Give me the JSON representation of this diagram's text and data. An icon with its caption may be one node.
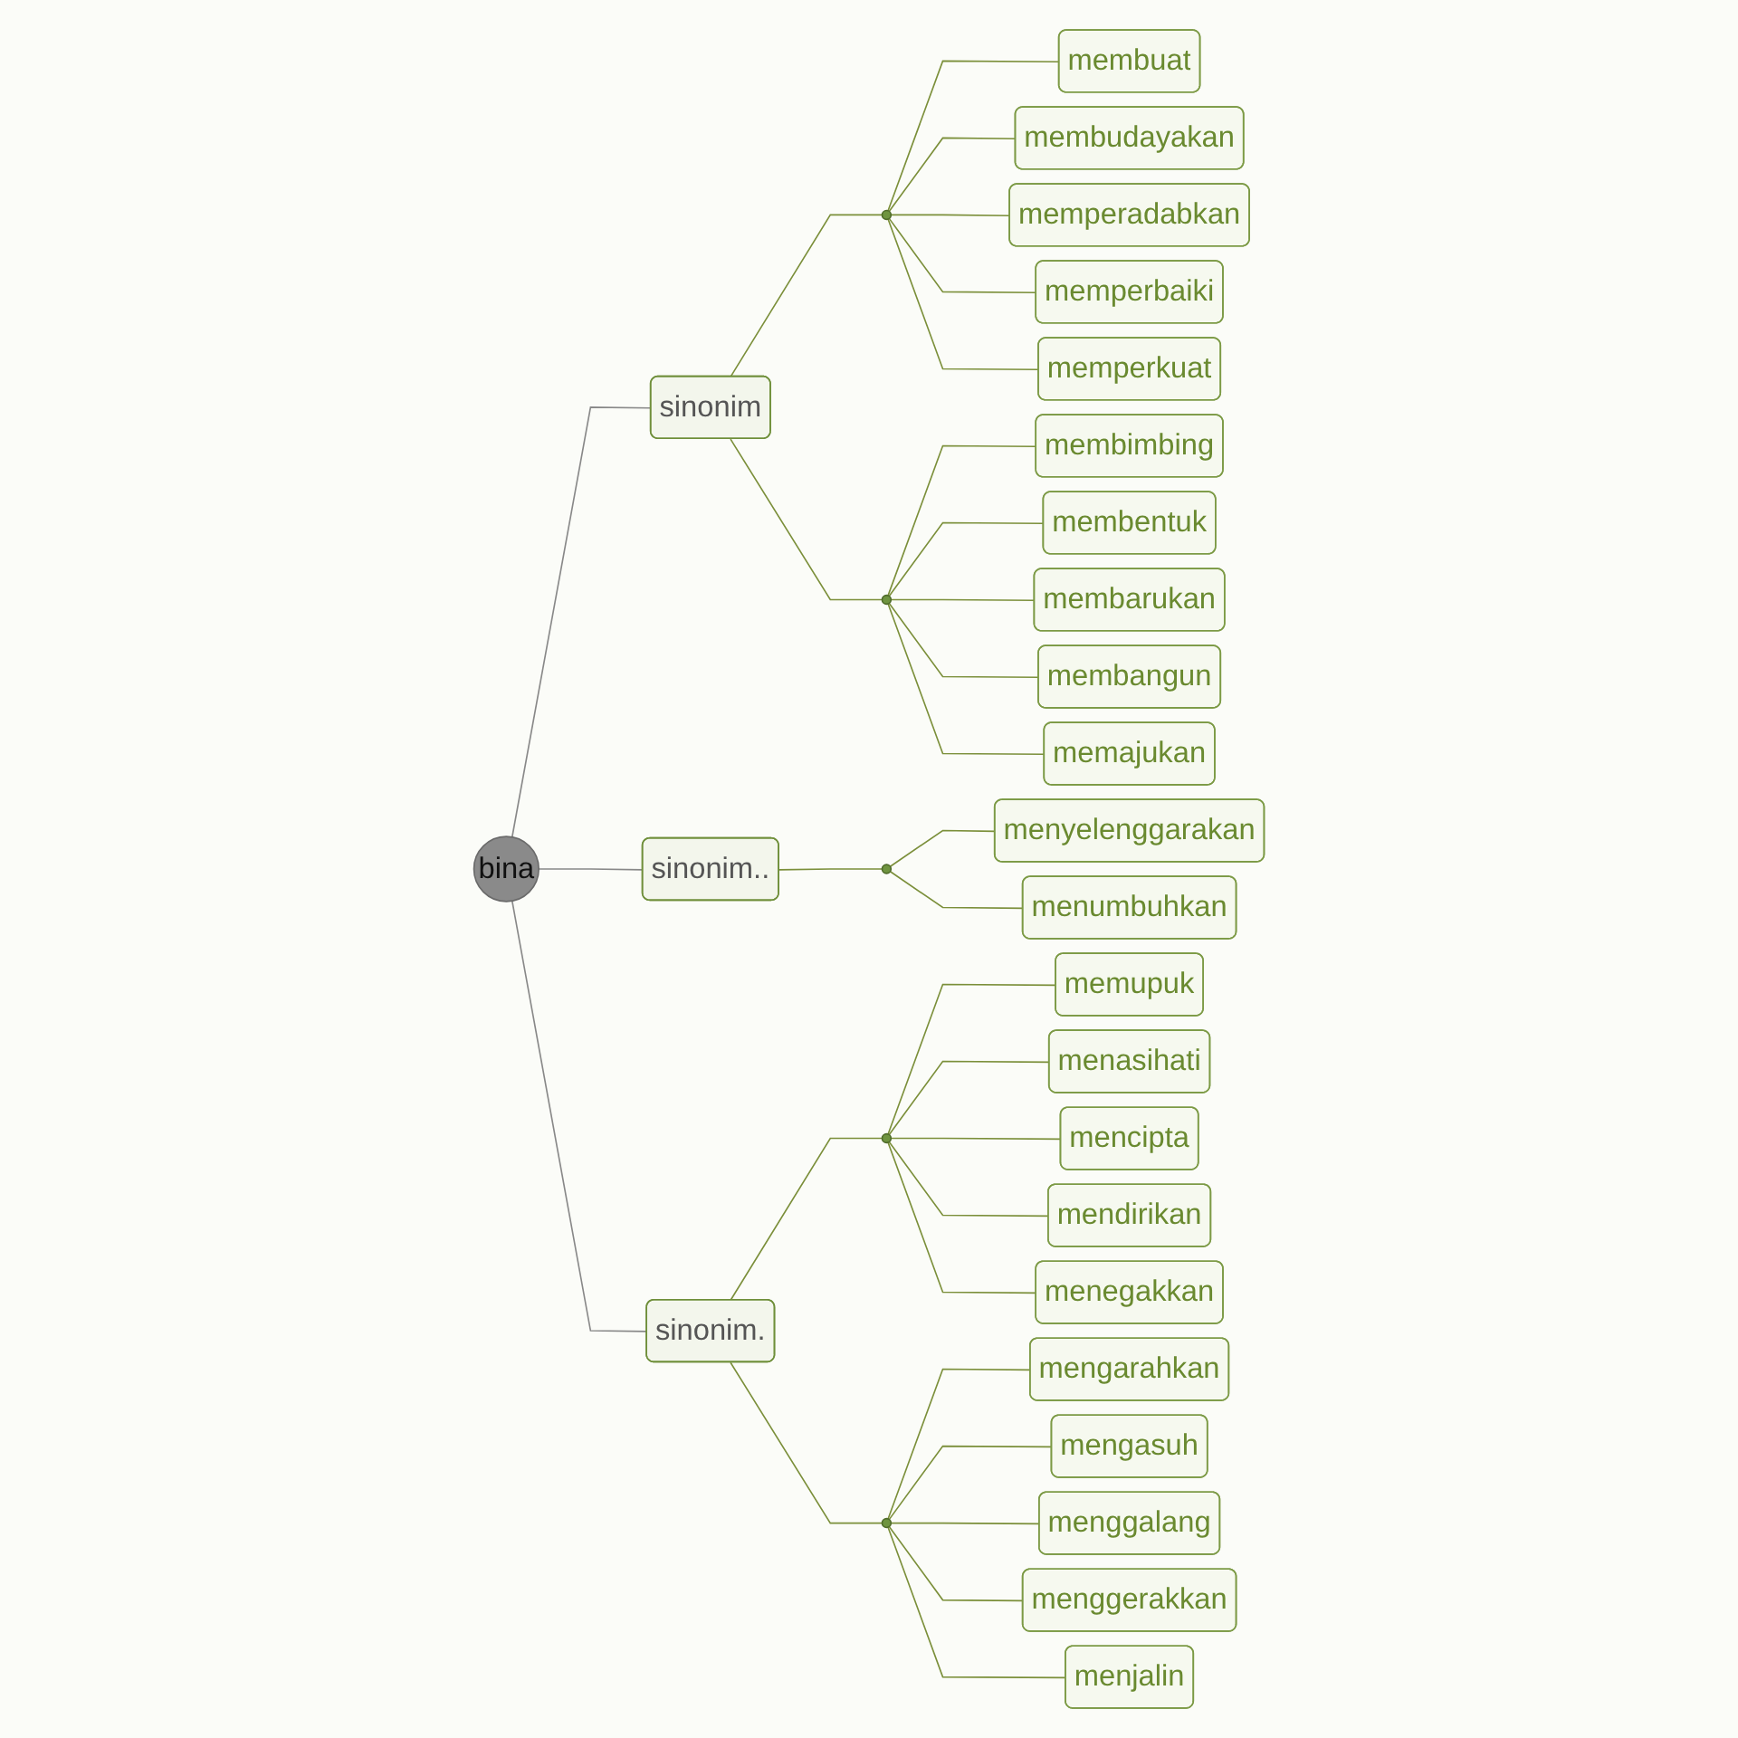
{
  "diagram": {
    "nodes": [
      {
        "text": [
          "bina"
        ]
      },
      {
        "text": [
          "sinonim"
        ]
      },
      {
        "text": [],
        "shape": "circle"
      },
      {
        "text": [
          "membuat"
        ]
      },
      {
        "text": [
          "membudayakan"
        ]
      },
      {
        "text": [
          "memperadabkan"
        ]
      },
      {
        "text": [
          "memperbaiki"
        ]
      },
      {
        "text": [
          "memperkuat"
        ]
      },
      {
        "text": [],
        "shape": "circle"
      },
      {
        "text": [
          "membimbing"
        ]
      },
      {
        "text": [
          "membentuk"
        ]
      },
      {
        "text": [
          "membarukan"
        ]
      },
      {
        "text": [
          "membangun"
        ]
      },
      {
        "text": [
          "memajukan"
        ]
      },
      {
        "text": [
          "sinonim.."
        ]
      },
      {
        "text": [],
        "shape": "circle"
      },
      {
        "text": [
          "menyelenggarakan"
        ]
      },
      {
        "text": [
          "menumbuhkan"
        ]
      },
      {
        "text": [
          "sinonim."
        ]
      },
      {
        "text": [],
        "shape": "circle"
      },
      {
        "text": [
          "memupuk"
        ]
      },
      {
        "text": [
          "menasihati"
        ]
      },
      {
        "text": [
          "mencipta"
        ]
      },
      {
        "text": [
          "mendirikan"
        ]
      },
      {
        "text": [
          "menegakkan"
        ]
      },
      {
        "text": [],
        "shape": "circle"
      },
      {
        "text": [
          "mengarahkan"
        ]
      },
      {
        "text": [
          "mengasuh"
        ]
      },
      {
        "text": [
          "menggalang"
        ]
      },
      {
        "text": [
          "menggerakkan"
        ]
      },
      {
        "text": [
          "menjalin"
        ]
      }
    ],
    "edges": [
      {
        "from": 0,
        "to": 1,
        "arrow": "none",
        "color": "#888888"
      },
      {
        "from": 0,
        "to": 14,
        "arrow": "none",
        "color": "#888888"
      },
      {
        "from": 0,
        "to": 18,
        "arrow": "none",
        "color": "#888888"
      },
      {
        "from": 1,
        "to": 2,
        "arrow": "none"
      },
      {
        "from": 1,
        "to": 8,
        "arrow": "none"
      },
      {
        "from": 2,
        "to": 3,
        "arrow": "none"
      },
      {
        "from": 2,
        "to": 4,
        "arrow": "none"
      },
      {
        "from": 2,
        "to": 5,
        "arrow": "none"
      },
      {
        "from": 2,
        "to": 6,
        "arrow": "none"
      },
      {
        "from": 2,
        "to": 7,
        "arrow": "none"
      },
      {
        "from": 8,
        "to": 9,
        "arrow": "none"
      },
      {
        "from": 8,
        "to": 10,
        "arrow": "none"
      },
      {
        "from": 8,
        "to": 11,
        "arrow": "none"
      },
      {
        "from": 8,
        "to": 12,
        "arrow": "none"
      },
      {
        "from": 8,
        "to": 13,
        "arrow": "none"
      },
      {
        "from": 14,
        "to": 15,
        "arrow": "none"
      },
      {
        "from": 15,
        "to": 16,
        "arrow": "none"
      },
      {
        "from": 15,
        "to": 17,
        "arrow": "none"
      },
      {
        "from": 18,
        "to": 19,
        "arrow": "none"
      },
      {
        "from": 18,
        "to": 25,
        "arrow": "none"
      },
      {
        "from": 19,
        "to": 20,
        "arrow": "none"
      },
      {
        "from": 19,
        "to": 21,
        "arrow": "none"
      },
      {
        "from": 19,
        "to": 22,
        "arrow": "none"
      },
      {
        "from": 19,
        "to": 23,
        "arrow": "none"
      },
      {
        "from": 19,
        "to": 24,
        "arrow": "none"
      },
      {
        "from": 25,
        "to": 26,
        "arrow": "none"
      },
      {
        "from": 25,
        "to": 27,
        "arrow": "none"
      },
      {
        "from": 25,
        "to": 28,
        "arrow": "none"
      },
      {
        "from": 25,
        "to": 29,
        "arrow": "none"
      },
      {
        "from": 25,
        "to": 30,
        "arrow": "none"
      }
    ]
  }
}
